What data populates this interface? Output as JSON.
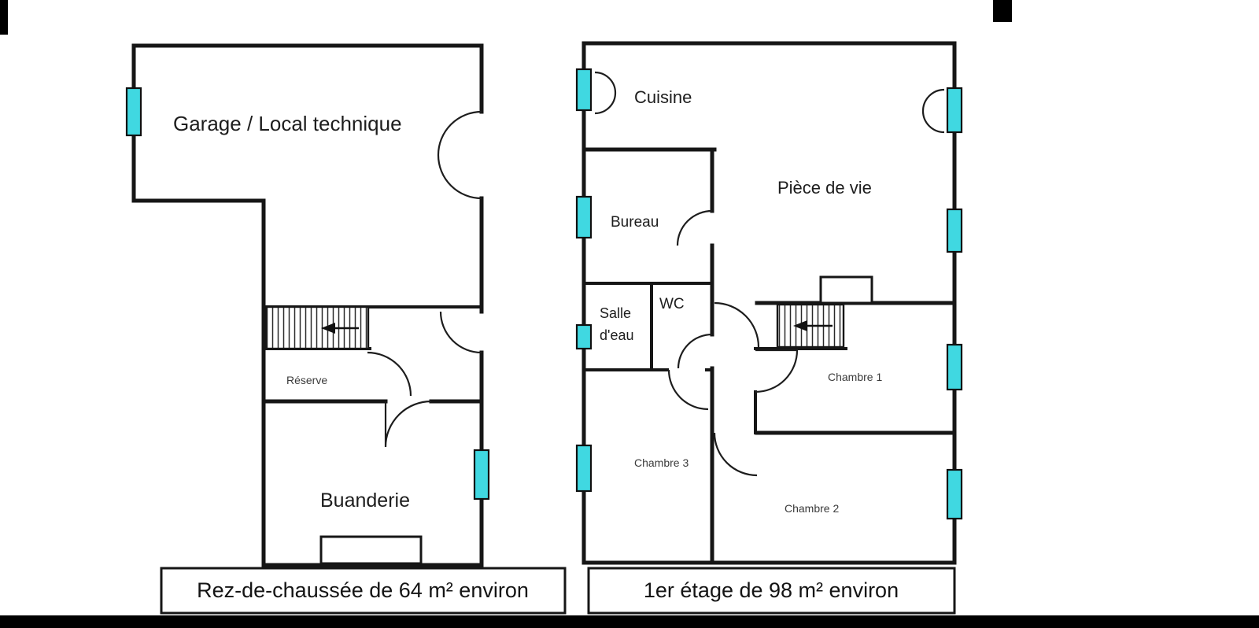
{
  "colors": {
    "background": "#ffffff",
    "wall": "#161616",
    "window_fill": "#40d8e1",
    "footer_bar": "#000000"
  },
  "ground_floor": {
    "caption": "Rez-de-chaussée de 64 m² environ",
    "rooms": {
      "garage": "Garage / Local technique",
      "reserve": "Réserve",
      "buanderie": "Buanderie"
    }
  },
  "first_floor": {
    "caption": "1er étage de 98 m² environ",
    "rooms": {
      "cuisine": "Cuisine",
      "piece_de_vie": "Pièce de vie",
      "bureau": "Bureau",
      "wc": "WC",
      "salle_eau_line1": "Salle",
      "salle_eau_line2": "d'eau",
      "chambre_1": "Chambre 1",
      "chambre_2": "Chambre 2",
      "chambre_3": "Chambre 3"
    }
  }
}
